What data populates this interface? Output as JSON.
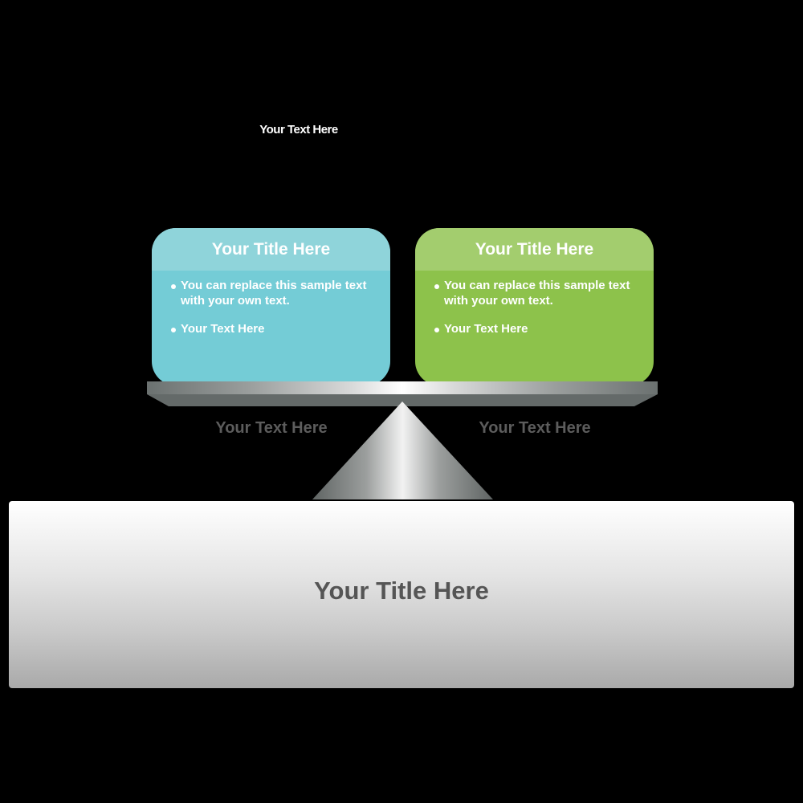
{
  "top_label": "Your Text Here",
  "cards": [
    {
      "title": "Your Title Here",
      "color_header": "#8fd4da",
      "color_body": "#74ccd6",
      "bullets": [
        "You can replace this sample text with your own text.",
        "Your Text Here"
      ]
    },
    {
      "title": "Your Title Here",
      "color_header": "#a3cd6e",
      "color_body": "#8dc24b",
      "bullets": [
        "You can replace this sample text with your own text.",
        "Your Text Here"
      ]
    }
  ],
  "side_labels": [
    "Your Text Here",
    "Your Text Here"
  ],
  "base": {
    "title": "Your Title Here"
  }
}
